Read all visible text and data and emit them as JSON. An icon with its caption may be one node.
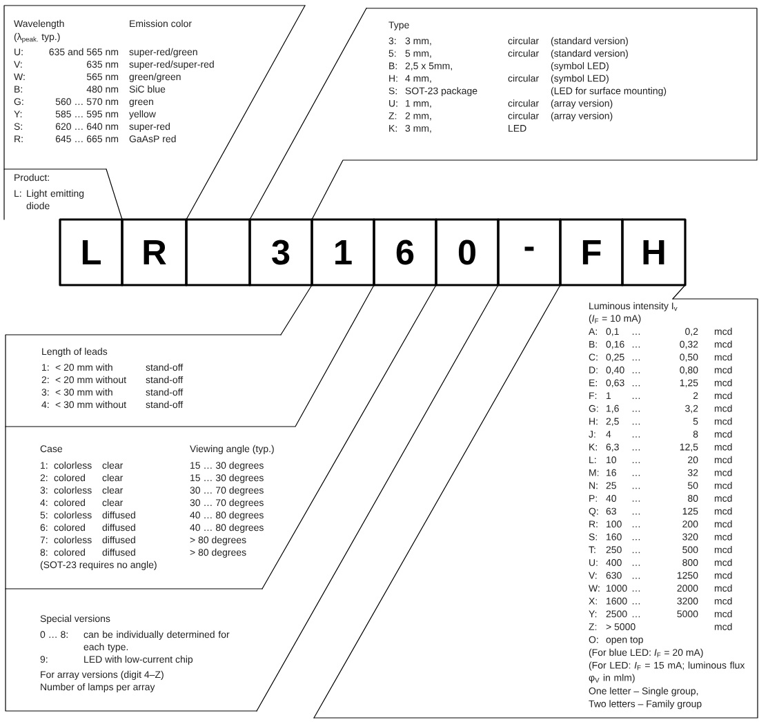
{
  "diagram": {
    "nodes": [
      {
        "text": [
          "Wavelength",
          "Emission color",
          "(λ$_{peak.}$ typ.)",
          "U:",
          "635 and 565 nm",
          "super-red/green",
          "V:",
          "635 nm",
          "super-red/super-red",
          "W:",
          "565 nm",
          "green/green",
          "B:",
          "480 nm",
          "SiC blue",
          "G:",
          "560 … 570 nm",
          "green",
          "Y:",
          "585 … 595 nm",
          "yellow",
          "S:",
          "620 … 640 nm",
          "super-red",
          "R:",
          "645 … 665 nm",
          "GaAsP red"
        ]
      },
      {
        "text": [
          "Type",
          "3:",
          "3 mm,",
          "circular",
          "(standard version)",
          "5:",
          "5 mm,",
          "circular",
          "(standard version)",
          "B:",
          "2,5 x 5mm,",
          "(symbol LED)",
          "H:",
          "4 mm,",
          "circular",
          "(symbol LED)",
          "S:",
          "SOT-23 package",
          "(LED for surface mounting)",
          "U:",
          "1 mm,",
          "circular",
          "(array version)",
          "Z:",
          "2 mm,",
          "circular",
          "(array version)",
          "K:",
          "3 mm,",
          "LED"
        ]
      },
      {
        "text": [
          "Product:",
          "L:",
          "Light emitting diode"
        ]
      },
      {
        "text": [
          "L"
        ]
      },
      {
        "text": [
          "R"
        ]
      },
      {
        "text": [],
        "shape": "box"
      },
      {
        "text": [
          "3"
        ]
      },
      {
        "text": [
          "1"
        ]
      },
      {
        "text": [
          "6"
        ]
      },
      {
        "text": [
          "0"
        ]
      },
      {
        "text": [
          "-"
        ]
      },
      {
        "text": [
          "F"
        ]
      },
      {
        "text": [
          "H"
        ]
      },
      {
        "text": [
          "Length of leads",
          "1:",
          "< 20 mm with",
          "stand-off",
          "2:",
          "< 20 mm without",
          "stand-off",
          "3:",
          "< 30 mm with",
          "stand-off",
          "4:",
          "< 30 mm without",
          "stand-off"
        ]
      },
      {
        "text": [
          "Case",
          "Viewing angle (typ.)",
          "1:",
          "colorless",
          "clear",
          "15 … 30 degrees",
          "2:",
          "colored",
          "clear",
          "15 … 30 degrees",
          "3:",
          "colorless",
          "clear",
          "30 … 70 degrees",
          "4:",
          "colored",
          "clear",
          "30 … 70 degrees",
          "5:",
          "colorless",
          "diffused",
          "40 … 80 degrees",
          "6:",
          "colored",
          "diffused",
          "40 … 80 degrees",
          "7:",
          "colorless",
          "diffused",
          "> 80 degrees",
          "8:",
          "colored",
          "diffused",
          "> 80 degrees",
          "(SOT-23 requires no angle)"
        ]
      },
      {
        "text": [
          "Special versions",
          "0 … 8:",
          "can be individually determined for each type.",
          "9:",
          "LED with low-current chip",
          "For array versions (digit 4–Z)",
          "Number of lamps per array"
        ]
      },
      {
        "text": [
          "Luminous intensity I$_{v}$",
          "(*I*$_{F}$ = 10 mA)",
          "A:",
          "0,1",
          "…",
          "0,2",
          "mcd",
          "B:",
          "0,16",
          "…",
          "0,32",
          "mcd",
          "C:",
          "0,25",
          "…",
          "0,50",
          "mcd",
          "D:",
          "0,40",
          "…",
          "0,80",
          "mcd",
          "E:",
          "0,63",
          "…",
          "1,25",
          "mcd",
          "F:",
          "1",
          "…",
          "2",
          "mcd",
          "G:",
          "1,6",
          "…",
          "3,2",
          "mcd",
          "H:",
          "2,5",
          "…",
          "5",
          "mcd",
          "J:",
          "4",
          "…",
          "8",
          "mcd",
          "K:",
          "6,3",
          "…",
          "12,5",
          "mcd",
          "L:",
          "10",
          "…",
          "20",
          "mcd",
          "M:",
          "16",
          "…",
          "32",
          "mcd",
          "N:",
          "25",
          "…",
          "50",
          "mcd",
          "P:",
          "40",
          "…",
          "80",
          "mcd",
          "Q:",
          "63",
          "…",
          "125",
          "mcd",
          "R:",
          "100",
          "…",
          "200",
          "mcd",
          "S:",
          "160",
          "…",
          "320",
          "mcd",
          "T:",
          "250",
          "…",
          "500",
          "mcd",
          "U:",
          "400",
          "…",
          "800",
          "mcd",
          "V:",
          "630",
          "…",
          "1250",
          "mcd",
          "W:",
          "1000",
          "…",
          "2000",
          "mcd",
          "X:",
          "1600",
          "…",
          "3200",
          "mcd",
          "Y:",
          "2500",
          "…",
          "5000",
          "mcd",
          "Z:",
          "> 5000",
          "mcd",
          "O:",
          "open top",
          "(For blue LED: *I*$_{F}$ = 20 mA)",
          "(For LED: *I*$_{F}$ = 15 mA; luminous flux φ$_{V}$ in mlm)",
          "One letter – Single group,",
          "Two letters – Family group"
        ]
      }
    ],
    "edges": [
      {
        "from": 2,
        "to": 3,
        "arrow": "none"
      },
      {
        "from": 0,
        "to": 4,
        "arrow": "none"
      },
      {
        "from": 1,
        "to": 6,
        "arrow": "none"
      },
      {
        "from": 13,
        "to": 7,
        "arrow": "none"
      },
      {
        "from": 14,
        "to": 8,
        "arrow": "none"
      },
      {
        "from": 15,
        "to": 9,
        "arrow": "none"
      },
      {
        "from": 16,
        "to": 11,
        "arrow": "none"
      },
      {
        "from": 16,
        "to": 12,
        "arrow": "none"
      }
    ]
  }
}
